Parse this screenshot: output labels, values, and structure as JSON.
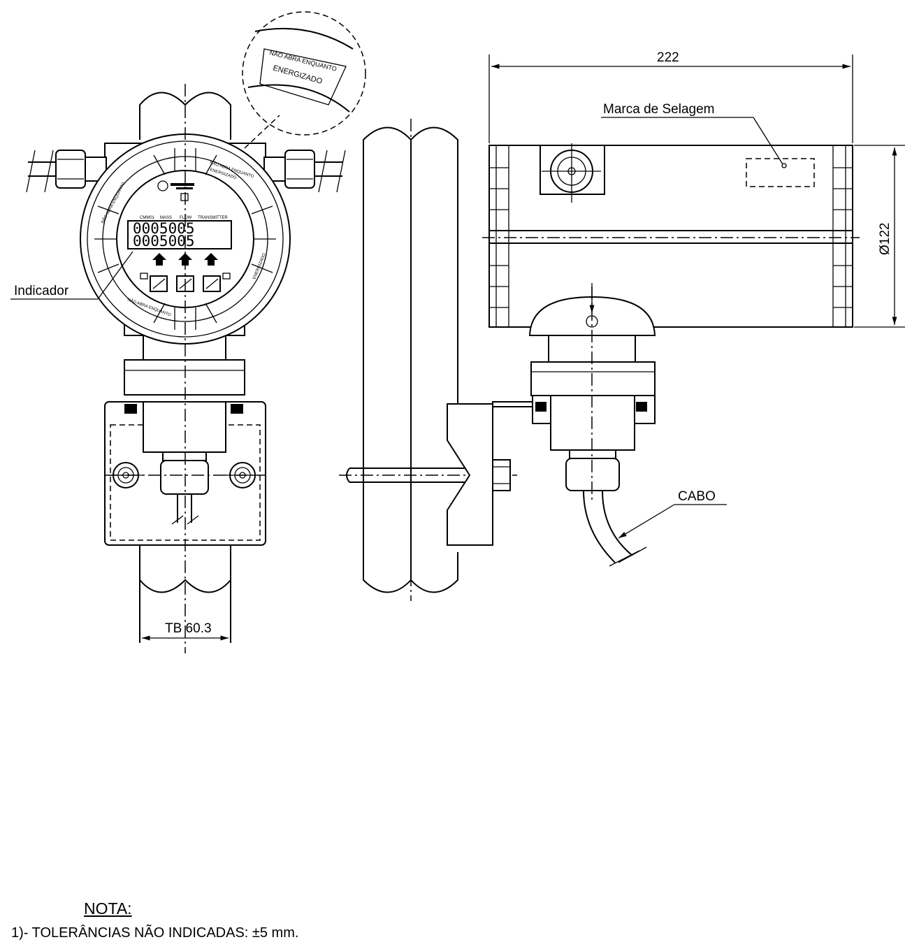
{
  "drawing": {
    "labels": {
      "dim_length": "222",
      "dim_diameter": "Ø122",
      "seal_mark": "Marca de Selagem",
      "indicator": "Indicador",
      "pipe": "TB 60.3",
      "cable": "CABO"
    },
    "lcd": {
      "header_1": "CMM01",
      "header_2": "MASS",
      "header_3": "FLOW",
      "header_4": "TRANSMITTER",
      "line_1": "0005005",
      "line_2": "0005005"
    },
    "warning": {
      "line_1": "NÃO ABRA ENQUANTO",
      "line_2": "ENERGIZADO"
    }
  },
  "note": {
    "title": "NOTA:",
    "items": [
      "1)- TOLERÂNCIAS NÃO INDICADAS: ±5 mm."
    ]
  }
}
